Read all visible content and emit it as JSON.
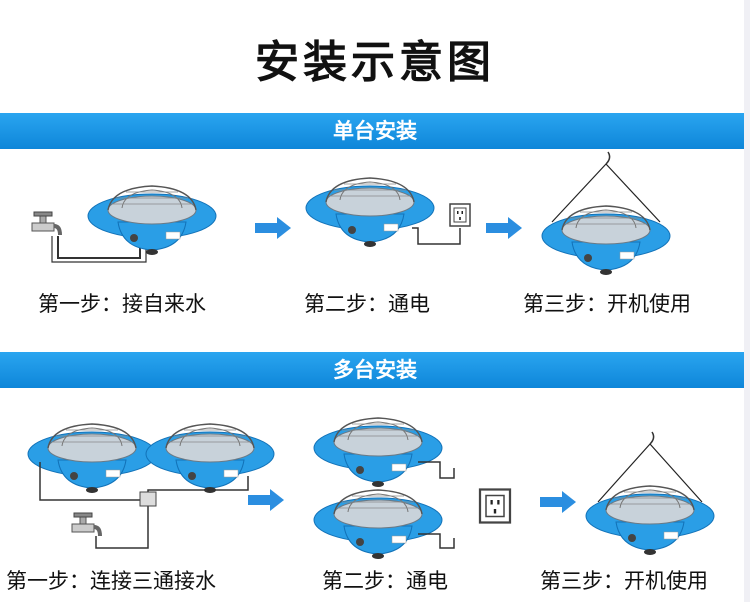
{
  "title": "安装示意图",
  "sections": {
    "single": {
      "heading": "单台安装",
      "steps": [
        "第一步：接自来水",
        "第二步：通电",
        "第三步：开机使用"
      ]
    },
    "multi": {
      "heading": "多台安装",
      "steps": [
        "第一步：连接三通接水",
        "第二步：通电",
        "第三步：开机使用"
      ]
    }
  },
  "colors": {
    "band": "#1890e0",
    "device": "#2a9ee6",
    "arrow": "#2b8ee0"
  }
}
